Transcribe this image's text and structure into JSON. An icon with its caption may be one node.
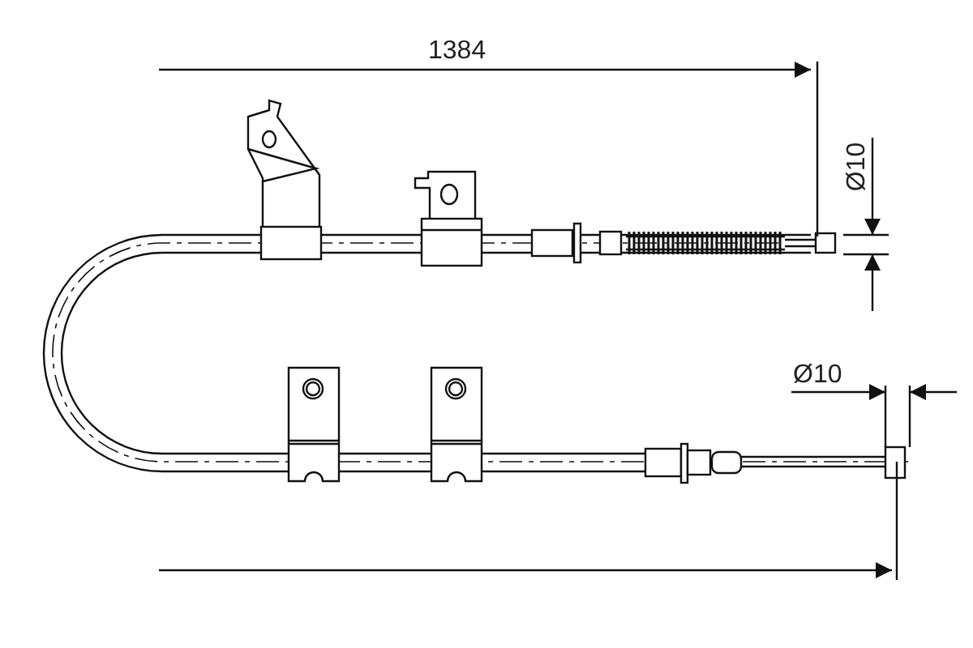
{
  "diagram": {
    "labels": [
      "1384",
      "Ø10",
      "Ø10"
    ]
  }
}
